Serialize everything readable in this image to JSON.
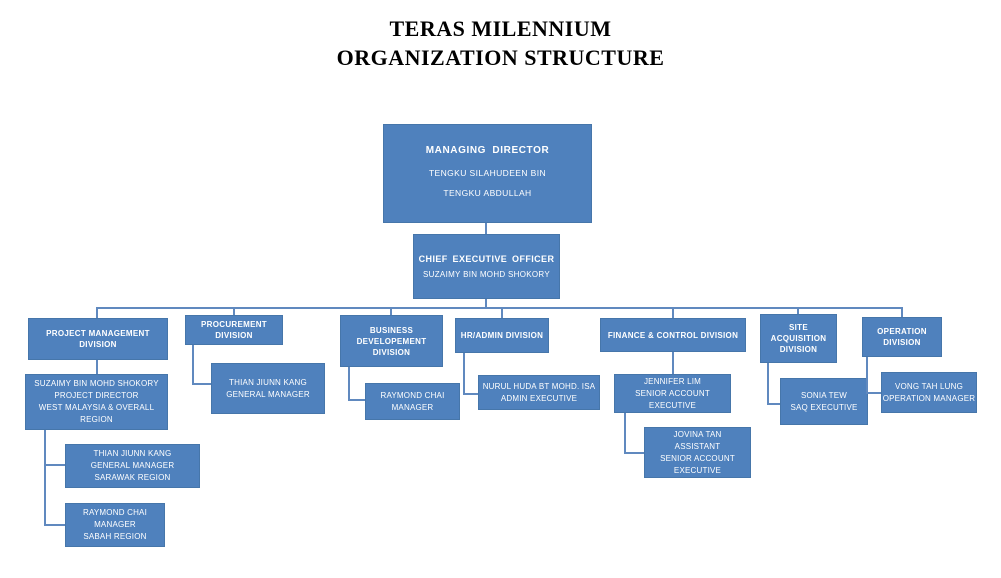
{
  "title": {
    "line1": "TERAS MILENNIUM",
    "line2": "ORGANIZATION STRUCTURE"
  },
  "colors": {
    "box_fill": "#4f81bd",
    "box_border": "#4676aa",
    "connector": "#6089bf",
    "box_text": "#ffffff",
    "title_text": "#000000",
    "background": "#ffffff"
  },
  "nodes": {
    "managing_director": {
      "role": "MANAGING DIRECTOR",
      "lines": [
        "TENGKU SILAHUDEEN BIN",
        "TENGKU ABDULLAH"
      ]
    },
    "ceo": {
      "role": "CHIEF EXECUTIVE OFFICER",
      "lines": [
        "SUZAIMY BIN MOHD SHOKORY"
      ]
    },
    "divisions": {
      "project_management": {
        "lines": [
          "PROJECT MANAGEMENT",
          "DIVISION"
        ]
      },
      "procurement": {
        "lines": [
          "PROCUREMENT",
          "DIVISION"
        ]
      },
      "business_development": {
        "lines": [
          "BUSINESS",
          "DEVELOPEMENT",
          "DIVISION"
        ]
      },
      "hr_admin": {
        "lines": [
          "HR/ADMIN DIVISION"
        ]
      },
      "finance_control": {
        "lines": [
          "FINANCE & CONTROL DIVISION"
        ]
      },
      "site_acquisition": {
        "lines": [
          "SITE",
          "ACQUISITION",
          "DIVISION"
        ]
      },
      "operation": {
        "lines": [
          "OPERATION",
          "DIVISION"
        ]
      }
    },
    "staff": {
      "project_director": {
        "lines": [
          "SUZAIMY BIN MOHD SHOKORY",
          "PROJECT DIRECTOR",
          "WEST MALAYSIA  & OVERALL",
          "REGION"
        ]
      },
      "gm_sarawak": {
        "lines": [
          "THIAN JIUNN KANG",
          "GENERAL MANAGER",
          "SARAWAK  REGION"
        ]
      },
      "manager_sabah": {
        "lines": [
          "RAYMOND CHAI",
          "MANAGER",
          "SABAH  REGION"
        ]
      },
      "gm_procurement": {
        "lines": [
          "THIAN JIUNN KANG",
          "GENERAL MANAGER"
        ]
      },
      "manager_bizdev": {
        "lines": [
          "RAYMOND CHAI",
          "MANAGER"
        ]
      },
      "admin_executive": {
        "lines": [
          "NURUL HUDA BT MOHD. ISA",
          "ADMIN EXECUTIVE"
        ]
      },
      "senior_account_executive": {
        "lines": [
          "JENNIFER LIM",
          "SENIOR ACCOUNT",
          "EXECUTIVE"
        ]
      },
      "assistant_senior_account_executive": {
        "lines": [
          "JOVINA TAN",
          "ASSISTANT",
          "SENIOR ACCOUNT",
          "EXECUTIVE"
        ]
      },
      "saq_executive": {
        "lines": [
          "SONIA TEW",
          "SAQ EXECUTIVE"
        ]
      },
      "operation_manager": {
        "lines": [
          "VONG TAH LUNG",
          "OPERATION MANAGER"
        ]
      }
    }
  }
}
